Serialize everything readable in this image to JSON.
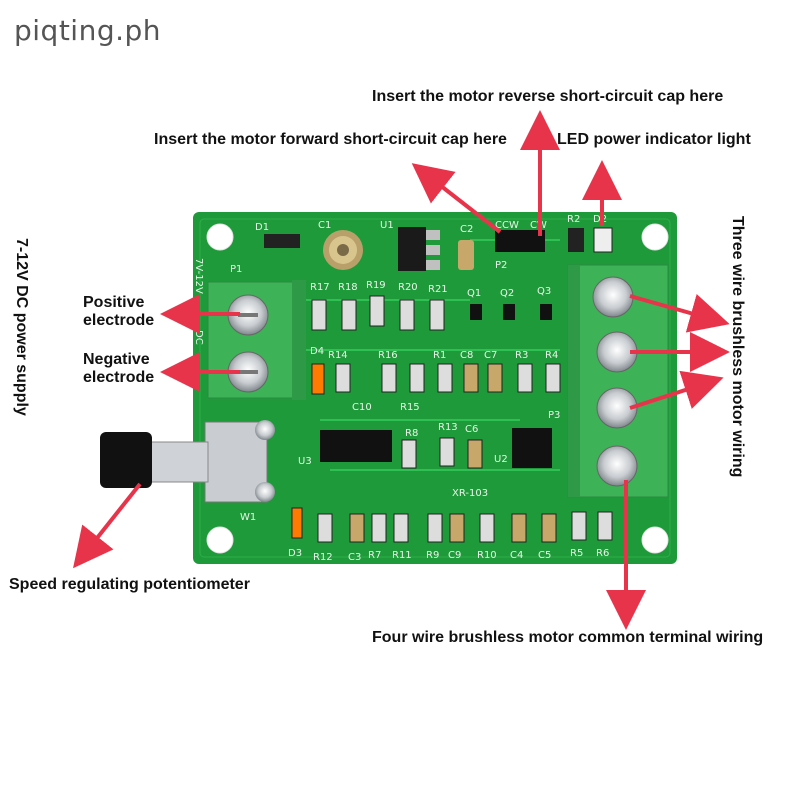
{
  "watermark": "piqting.ph",
  "annotations": {
    "reverse_cap": "Insert the motor reverse short-circuit cap here",
    "forward_cap": "Insert the motor forward short-circuit cap here",
    "led_indicator": "LED power indicator light",
    "power_supply": "7-12V DC power supply",
    "positive": "Positive electrode",
    "negative": "Negative electrode",
    "three_wire": "Three wire brushless motor wiring",
    "speed_pot": "Speed regulating potentiometer",
    "four_wire_common": "Four wire brushless motor common terminal wiring"
  },
  "board": {
    "model": "XR-103",
    "silkscreen": [
      "D1",
      "C1",
      "U1",
      "C2",
      "P2",
      "CCW",
      "CW",
      "R2",
      "D2",
      "P1",
      "7V-12V",
      "R17",
      "R18",
      "R19",
      "R20",
      "R21",
      "Q1",
      "Q2",
      "Q3",
      "D4",
      "R14",
      "R16",
      "R1",
      "C8",
      "C7",
      "R3",
      "R4",
      "C10",
      "R15",
      "P3",
      "R8",
      "R13",
      "C6",
      "U3",
      "U2",
      "W1",
      "D3",
      "R12",
      "C3",
      "R7",
      "R11",
      "R9",
      "C9",
      "R10",
      "C4",
      "C5",
      "R5",
      "R6",
      "DC"
    ]
  },
  "colors": {
    "pcb": "#1f9a3a",
    "terminal": "#3db257",
    "arrow": "#e8344a"
  }
}
